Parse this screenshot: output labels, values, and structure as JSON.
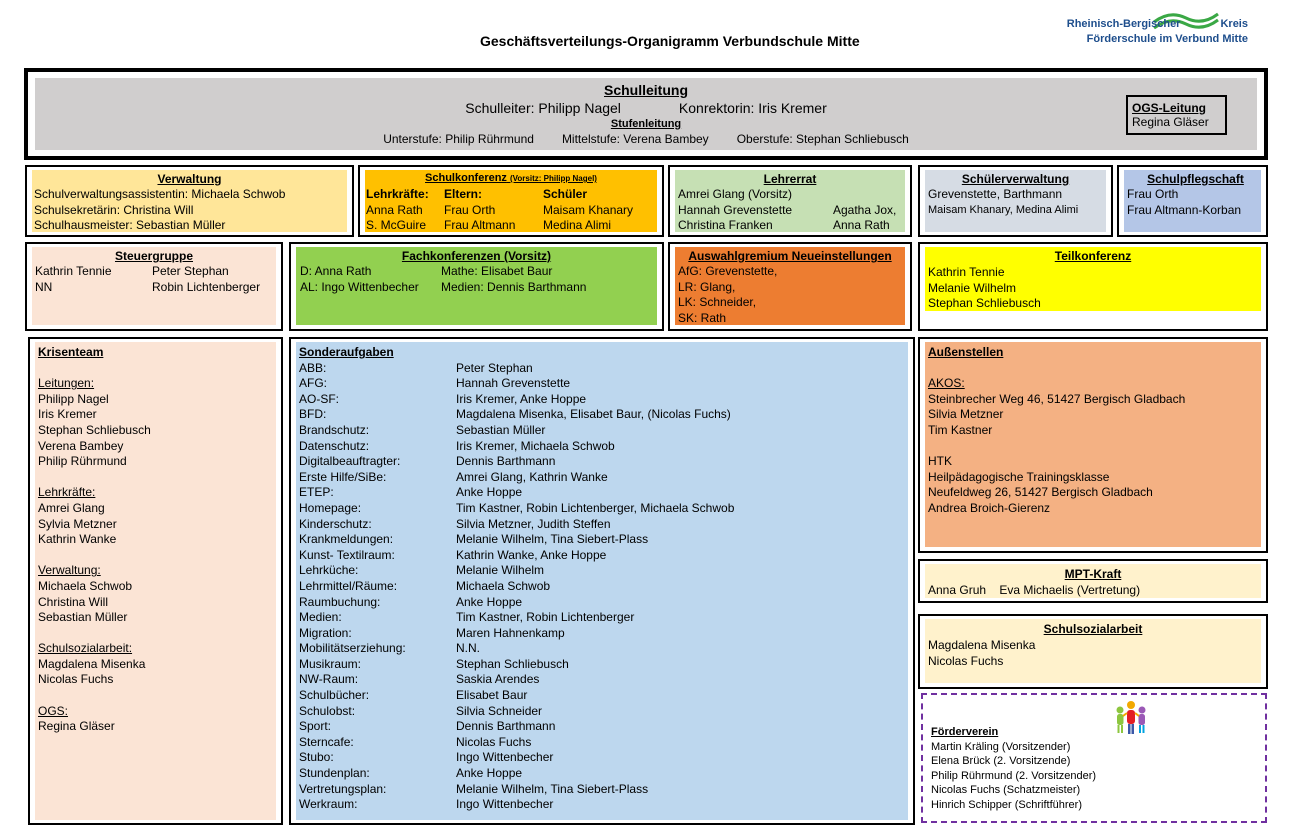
{
  "header": {
    "title": "Geschäftsverteilungs-Organigramm Verbundschule Mitte",
    "logo_line1_a": "Rheinisch-Bergischer",
    "logo_line1_b": "Kreis",
    "logo_line2": "Förderschule im Verbund Mitte"
  },
  "colors": {
    "grey": "#d0cece",
    "verwaltung": "#ffe699",
    "schulkonferenz": "#ffc000",
    "lehrerrat": "#c6e0b4",
    "schuelerverwaltung": "#d6dce4",
    "schulpflegschaft": "#b4c6e7",
    "steuergruppe": "#fbe4d5",
    "fachkonferenzen": "#92d050",
    "auswahlgremium": "#ed7d31",
    "teilkonferenz": "#ffff00",
    "sonderaufgaben": "#bdd7ee",
    "aussenstellen": "#f4b183",
    "mpt": "#fff2cc",
    "foerderverein_border": "#7030a0"
  },
  "schulleitung": {
    "title": "Schulleitung",
    "schulleiter": "Schulleiter: Philipp Nagel",
    "konrektorin": "Konrektorin: Iris Kremer",
    "stufen_title": "Stufenleitung",
    "unterstufe": "Unterstufe: Philip Rührmund",
    "mittelstufe": "Mittelstufe: Verena Bambey",
    "oberstufe": "Oberstufe: Stephan Schliebusch",
    "ogs_title": "OGS-Leitung",
    "ogs_name": "Regina Gläser"
  },
  "verwaltung": {
    "title": "Verwaltung",
    "lines": [
      "Schulverwaltungsassistentin: Michaela Schwob",
      "Schulsekretärin: Christina Will",
      "Schulhausmeister: Sebastian Müller"
    ]
  },
  "schulkonferenz": {
    "title": "Schulkonferenz",
    "title_suffix": "(Vorsitz: Philipp Nagel)",
    "headers": [
      "Lehrkräfte:",
      "Eltern:",
      "Schüler"
    ],
    "rows": [
      [
        "Anna Rath",
        "Frau Orth",
        "Maisam Khanary"
      ],
      [
        "S. McGuire",
        "Frau Altmann",
        "Medina Alimi"
      ]
    ]
  },
  "lehrerrat": {
    "title": "Lehrerrat",
    "line1": "Amrei Glang (Vorsitz)",
    "line2_a": "Hannah Grevenstette",
    "line2_b": "Agatha Jox,",
    "line3_a": "Christina Franken",
    "line3_b": "Anna Rath"
  },
  "schuelerverwaltung": {
    "title": "Schülerverwaltung",
    "lines": [
      "Grevenstette, Barthmann",
      "Maisam Khanary, Medina  Alimi"
    ]
  },
  "schulpflegschaft": {
    "title": "Schulpflegschaft",
    "lines": [
      "Frau Orth",
      "Frau Altmann-Korban"
    ]
  },
  "steuergruppe": {
    "title": "Steuergruppe",
    "rows": [
      [
        "Kathrin Tennie",
        "Peter Stephan"
      ],
      [
        "NN",
        "Robin Lichtenberger"
      ]
    ]
  },
  "fachkonferenzen": {
    "title": "Fachkonferenzen (Vorsitz)",
    "rows": [
      [
        "D:  Anna Rath",
        "Mathe:  Elisabet Baur"
      ],
      [
        "AL: Ingo Wittenbecher",
        "Medien: Dennis Barthmann"
      ]
    ]
  },
  "auswahlgremium": {
    "title": "Auswahlgremium Neueinstellungen",
    "lines": [
      "AfG: Grevenstette,",
      "LR: Glang,",
      "LK: Schneider,",
      "SK: Rath"
    ]
  },
  "teilkonferenz": {
    "title": "Teilkonferenz",
    "lines": [
      "Kathrin Tennie",
      "Melanie Wilhelm",
      "Stephan Schliebusch"
    ]
  },
  "krisenteam": {
    "title": "Krisenteam",
    "groups": [
      {
        "heading": "Leitungen:",
        "names": [
          "Philipp Nagel",
          "Iris Kremer",
          "Stephan Schliebusch",
          "Verena Bambey",
          "Philip Rührmund"
        ]
      },
      {
        "heading": "Lehrkräfte:",
        "names": [
          "Amrei Glang",
          "Sylvia Metzner",
          "Kathrin Wanke"
        ]
      },
      {
        "heading": "Verwaltung:",
        "names": [
          "Michaela Schwob",
          "Christina Will",
          "Sebastian Müller"
        ]
      },
      {
        "heading": "Schulsozialarbeit:",
        "names": [
          "Magdalena Misenka",
          "Nicolas Fuchs"
        ]
      },
      {
        "heading": "OGS:",
        "names": [
          "Regina Gläser"
        ]
      }
    ]
  },
  "sonderaufgaben": {
    "title": "Sonderaufgaben",
    "rows": [
      [
        "ABB:",
        "Peter Stephan"
      ],
      [
        "AFG:",
        "Hannah Grevenstette"
      ],
      [
        "AO-SF:",
        "Iris Kremer, Anke Hoppe"
      ],
      [
        "BFD:",
        "Magdalena Misenka, Elisabet Baur, (Nicolas Fuchs)"
      ],
      [
        "Brandschutz:",
        "Sebastian Müller"
      ],
      [
        "Datenschutz:",
        "Iris Kremer, Michaela Schwob"
      ],
      [
        "Digitalbeauftragter:",
        "Dennis Barthmann"
      ],
      [
        "Erste Hilfe/SiBe:",
        "Amrei Glang, Kathrin Wanke"
      ],
      [
        "ETEP:",
        "Anke Hoppe"
      ],
      [
        "Homepage:",
        "Tim Kastner, Robin Lichtenberger, Michaela Schwob"
      ],
      [
        "Kinderschutz:",
        "Silvia Metzner, Judith Steffen"
      ],
      [
        "Krankmeldungen:",
        "Melanie Wilhelm, Tina Siebert-Plass"
      ],
      [
        "Kunst- Textilraum:",
        "Kathrin Wanke, Anke Hoppe"
      ],
      [
        "Lehrküche:",
        "Melanie Wilhelm"
      ],
      [
        "Lehrmittel/Räume:",
        "Michaela Schwob"
      ],
      [
        "Raumbuchung:",
        "Anke Hoppe"
      ],
      [
        "Medien:",
        "Tim Kastner, Robin Lichtenberger"
      ],
      [
        "Migration:",
        "Maren Hahnenkamp"
      ],
      [
        "Mobilitätserziehung:",
        "N.N."
      ],
      [
        "Musikraum:",
        "Stephan Schliebusch"
      ],
      [
        "NW-Raum:",
        "Saskia Arendes"
      ],
      [
        "Schulbücher:",
        "Elisabet Baur"
      ],
      [
        "Schulobst:",
        "Silvia Schneider"
      ],
      [
        "Sport:",
        "Dennis Barthmann"
      ],
      [
        "Sterncafe:",
        "Nicolas Fuchs"
      ],
      [
        "Stubo:",
        "Ingo Wittenbecher"
      ],
      [
        "Stundenplan:",
        "Anke Hoppe"
      ],
      [
        "Vertretungsplan:",
        "Melanie Wilhelm, Tina Siebert-Plass"
      ],
      [
        "Werkraum:",
        "Ingo Wittenbecher"
      ]
    ]
  },
  "aussenstellen": {
    "title": "Außenstellen",
    "akos_heading": "AKOS:",
    "akos_lines": [
      "Steinbrecher Weg 46, 51427 Bergisch Gladbach",
      "Silvia Metzner",
      "Tim Kastner"
    ],
    "htk_lines": [
      "HTK",
      "Heilpädagogische Trainingsklasse",
      "Neufeldweg 26, 51427 Bergisch Gladbach",
      "Andrea Broich-Gierenz"
    ]
  },
  "mpt": {
    "title": "MPT-Kraft",
    "line": "Anna Gruh    Eva Michaelis (Vertretung)"
  },
  "schulsozialarbeit": {
    "title": "Schulsozialarbeit",
    "lines": [
      "Magdalena Misenka",
      "Nicolas Fuchs"
    ]
  },
  "foerderverein": {
    "title": "Förderverein",
    "lines": [
      "Martin Kräling (Vorsitzender)",
      "Elena Brück (2. Vorsitzende)",
      "Philip Rührmund (2. Vorsitzender)",
      "Nicolas Fuchs (Schatzmeister)",
      "Hinrich Schipper (Schriftführer)"
    ]
  }
}
